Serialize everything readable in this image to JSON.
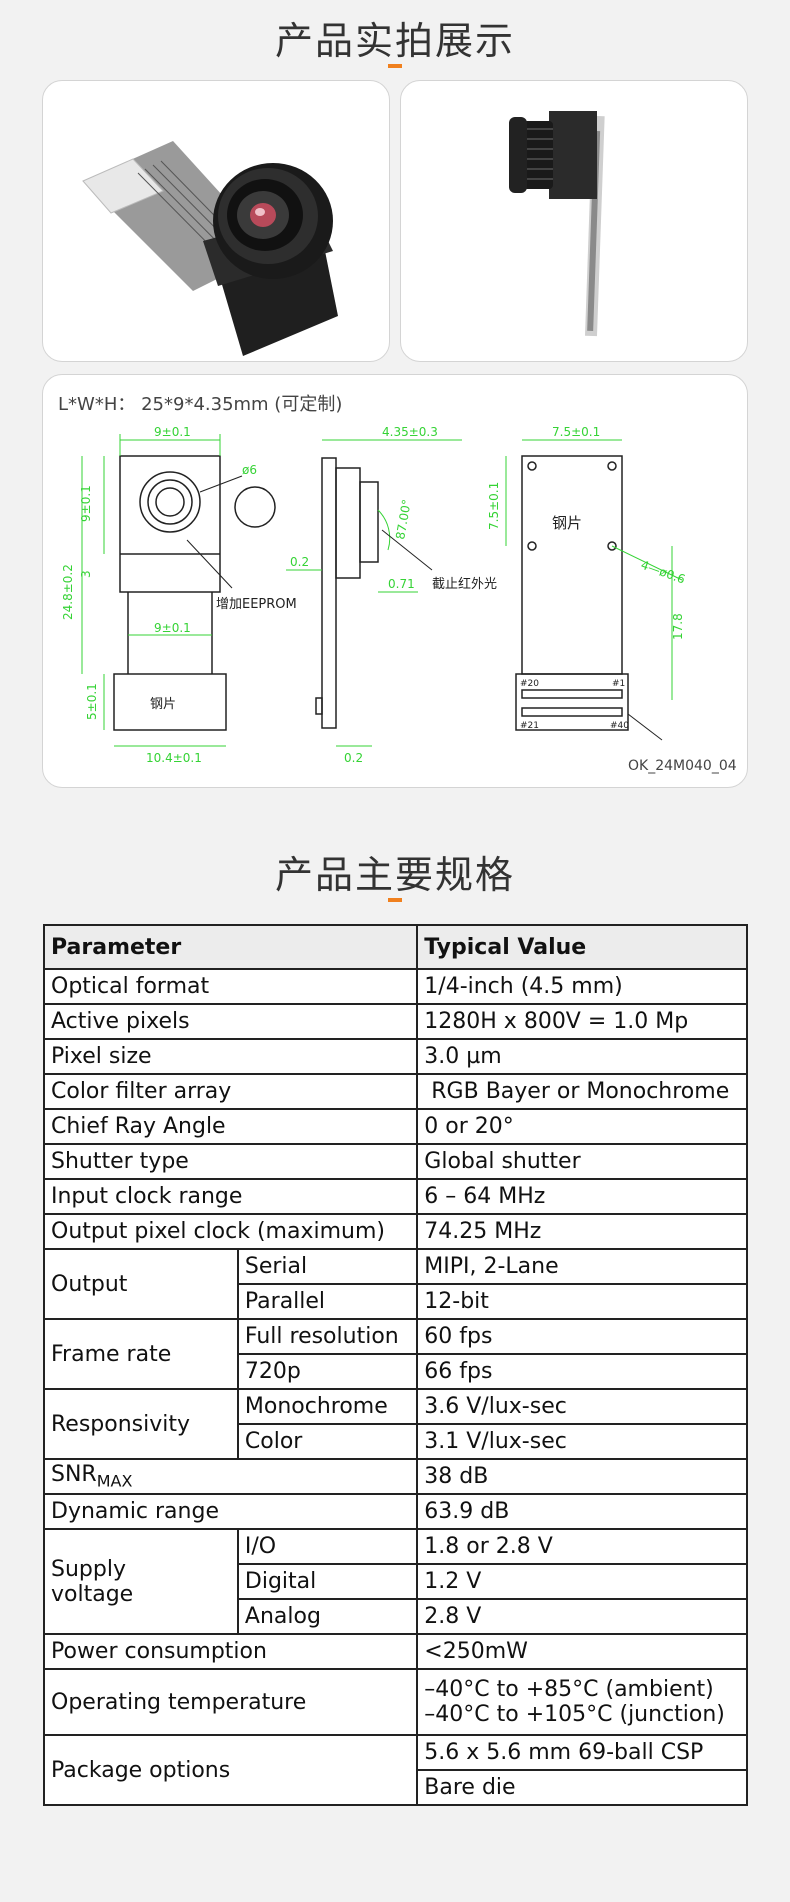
{
  "section1": {
    "title": "产品实拍展示"
  },
  "drawing": {
    "dimensions": "L*W*H： 25*9*4.35mm (可定制)",
    "labels": {
      "w9": "9±0.1",
      "h9": "9±0.1",
      "phi": "ø6",
      "h3": "3",
      "h248": "24.8±0.2",
      "w9b": "9±0.1",
      "eeprom": "增加EEPROM",
      "h5": "5±0.1",
      "steel1": "钢片",
      "w104": "10.4±0.1",
      "side435": "4.35±0.3",
      "angle": "87.00°",
      "t02": "0.2",
      "t071": "0.71",
      "ircut": "截止红外光",
      "t02b": "0.2",
      "w75": "7.5±0.1",
      "h75": "7.5±0.1",
      "steel2": "钢片",
      "holes": "4—ø0.6",
      "h178": "17.8",
      "pin20": "#20",
      "pin1": "#1",
      "pin21": "#21",
      "pin40": "#40",
      "model": "OK_24M040_04"
    }
  },
  "section2": {
    "title": "产品主要规格"
  },
  "spec": {
    "header": {
      "param": "Parameter",
      "value": "Typical Value"
    },
    "optical_format": {
      "label": "Optical format",
      "value": "1/4-inch (4.5 mm)"
    },
    "active_pixels": {
      "label": "Active pixels",
      "value": "1280H x 800V = 1.0 Mp"
    },
    "pixel_size": {
      "label": "Pixel size",
      "value": "3.0 µm"
    },
    "color_filter": {
      "label": "Color filter array",
      "value": " RGB Bayer or Monochrome"
    },
    "cra": {
      "label": "Chief Ray Angle",
      "value": "0 or 20°"
    },
    "shutter": {
      "label": "Shutter type",
      "value": "Global shutter"
    },
    "input_clock": {
      "label": "Input clock range",
      "value": "6 – 64 MHz"
    },
    "output_clock": {
      "label": "Output pixel clock (maximum)",
      "value": "74.25 MHz"
    },
    "output": {
      "label": "Output",
      "serial_label": "Serial",
      "serial_value": "MIPI, 2-Lane",
      "parallel_label": "Parallel",
      "parallel_value": "12-bit"
    },
    "frame_rate": {
      "label": "Frame rate",
      "full_label": "Full resolution",
      "full_value": "60 fps",
      "p720_label": "720p",
      "p720_value": "66 fps"
    },
    "responsivity": {
      "label": "Responsivity",
      "mono_label": "Monochrome",
      "mono_value": "3.6 V/lux-sec",
      "color_label": "Color",
      "color_value": "3.1 V/lux-sec"
    },
    "snr": {
      "label": "SNR",
      "sub": "MAX",
      "value": "38 dB"
    },
    "dynamic_range": {
      "label": "Dynamic range",
      "value": "63.9 dB"
    },
    "supply": {
      "label_line1": "Supply",
      "label_line2": "voltage",
      "io_label": "I/O",
      "io_value": "1.8 or 2.8 V",
      "digital_label": "Digital",
      "digital_value": "1.2 V",
      "analog_label": "Analog",
      "analog_value": "2.8 V"
    },
    "power": {
      "label": "Power consumption",
      "value": "<250mW"
    },
    "temp": {
      "label": "Operating temperature",
      "value1": "–40°C to +85°C (ambient)",
      "value2": "–40°C to +105°C (junction)"
    },
    "package": {
      "label": "Package options",
      "value1": "5.6 x 5.6 mm 69-ball CSP",
      "value2": "Bare die"
    }
  }
}
